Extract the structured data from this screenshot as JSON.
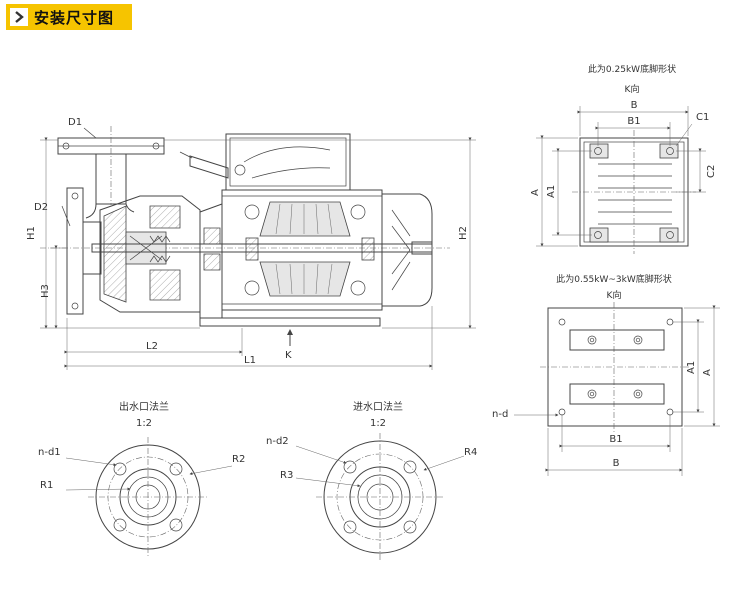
{
  "header": {
    "title": "安装尺寸图"
  },
  "main_view": {
    "labels": {
      "d1": "D1",
      "d2": "D2",
      "h1": "H1",
      "h2": "H2",
      "h3": "H3",
      "l1": "L1",
      "l2": "L2",
      "k": "K"
    }
  },
  "foot_small": {
    "caption": "此为0.25kW底脚形状",
    "direction": "K向",
    "labels": {
      "b": "B",
      "b1": "B1",
      "c1": "C1",
      "c2": "C2",
      "a": "A",
      "a1": "A1"
    }
  },
  "foot_large": {
    "caption": "此为0.55kW~3kW底脚形状",
    "direction": "K向",
    "labels": {
      "a": "A",
      "a1": "A1",
      "b1": "B1",
      "b": "B",
      "nd": "n-d"
    }
  },
  "outlet_flange": {
    "title": "出水口法兰",
    "scale": "1:2",
    "labels": {
      "nd": "n-d1",
      "r_outer": "R2",
      "r_inner": "R1"
    }
  },
  "inlet_flange": {
    "title": "进水口法兰",
    "scale": "1:2",
    "labels": {
      "nd": "n-d2",
      "r_outer": "R4",
      "r_inner": "R3"
    }
  }
}
